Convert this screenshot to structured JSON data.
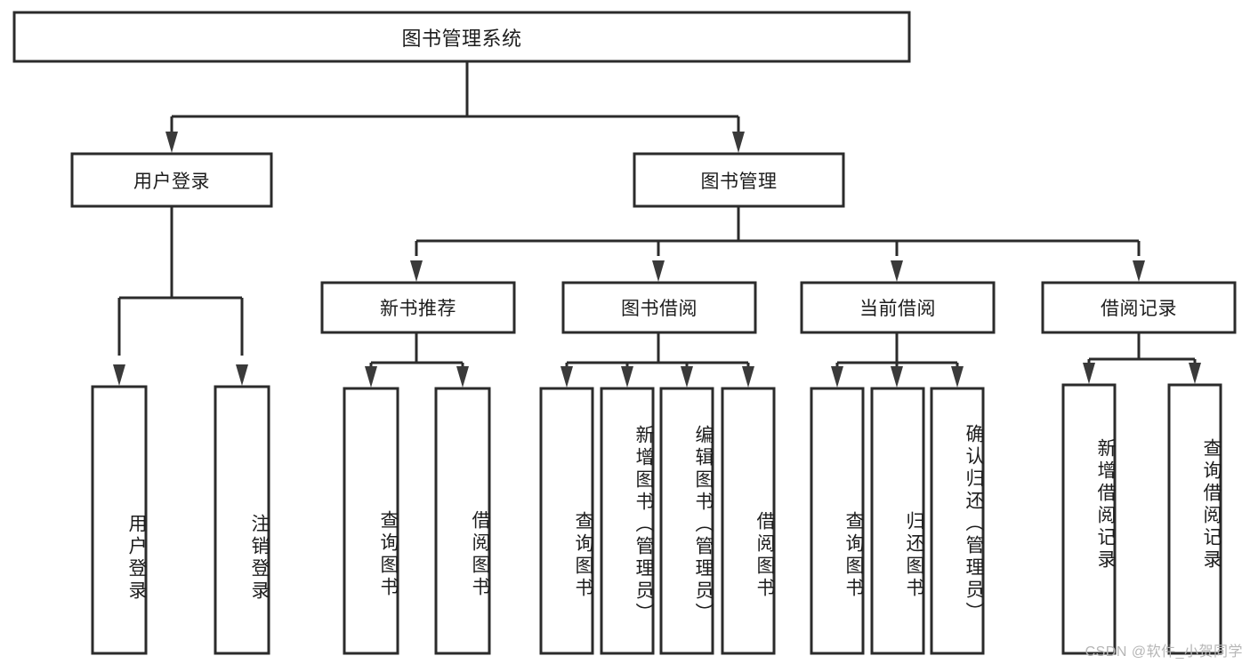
{
  "diagram": {
    "title": "图书管理系统",
    "type": "tree-hierarchy",
    "watermark": "CSDN @软件_小贺同学",
    "colors": {
      "box_stroke": "#2b2b2b",
      "box_fill": "#ffffff",
      "text": "#1d1d1d",
      "arrow": "#3a3a3a",
      "watermark": "#b6b6b6",
      "background": "#ffffff"
    },
    "root": {
      "label": "图书管理系统"
    },
    "level2": [
      {
        "label": "用户登录"
      },
      {
        "label": "图书管理"
      }
    ],
    "level3": [
      {
        "label": "新书推荐"
      },
      {
        "label": "图书借阅"
      },
      {
        "label": "当前借阅"
      },
      {
        "label": "借阅记录"
      }
    ],
    "leaves_user_login": [
      {
        "label": "用户登录"
      },
      {
        "label": "注销登录"
      }
    ],
    "leaves_new_book": [
      {
        "label": "查询图书"
      },
      {
        "label": "借阅图书"
      }
    ],
    "leaves_borrow": [
      {
        "label": "查询图书"
      },
      {
        "label": "新增图书（管理员）"
      },
      {
        "label": "编辑图书（管理员）"
      },
      {
        "label": "借阅图书"
      }
    ],
    "leaves_current": [
      {
        "label": "查询图书"
      },
      {
        "label": "归还图书"
      },
      {
        "label": "确认归还（管理员）"
      }
    ],
    "leaves_records": [
      {
        "label": "新增借阅记录"
      },
      {
        "label": "查询借阅记录"
      }
    ]
  }
}
